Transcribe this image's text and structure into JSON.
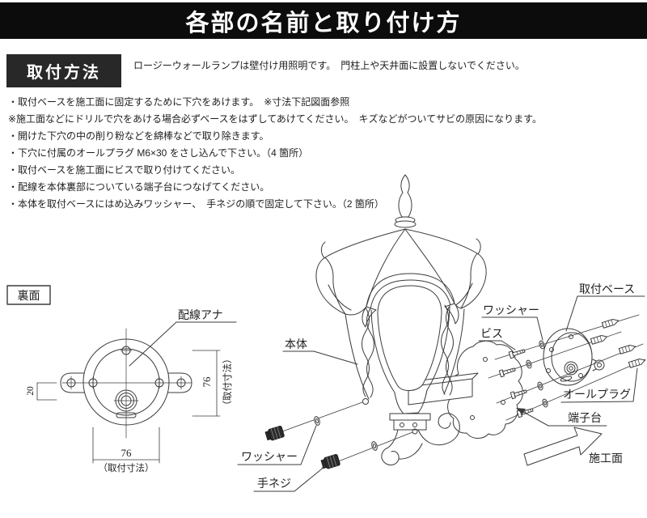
{
  "colors": {
    "banner_bg": "#0c0c0c",
    "banner_text": "#ffffff",
    "section_box_bg": "#282828",
    "body_text": "#1e1e1e",
    "line_art": "#3b3b3b"
  },
  "header": {
    "title": "各部の名前と取り付け方"
  },
  "intro": {
    "section_label": "取付方法",
    "text": "ロージーウォールランプは壁付け用照明です。　門柱上や天井面に設置しないでください。"
  },
  "instructions": {
    "lines": [
      "・取付ベースを施工面に固定するために下穴をあけます。　※寸法下記図面参照",
      "※施工面などにドリルで穴をあける場合必ずベースをはずしてあけてください。　キズなどがついてサビの原因になります。",
      "・開けた下穴の中の削り粉などを綿棒などで取り除きます。",
      "・下穴に付属のオールプラグ M6×30 をさし込んで下さい。（4 箇所）",
      "・取付ベースを施工面にビスで取り付けてください。",
      "・配線を本体裏部についている端子台につなげてください。",
      "・本体を取付ベースにはめ込みワッシャー、　手ネジの順で固定して下さい。（2 箇所）"
    ]
  },
  "rear_view": {
    "box_label": "裏面",
    "wiring_hole_label": "配線アナ",
    "dim_width": "76",
    "dim_width_note": "（取付寸法）",
    "dim_height": "76",
    "dim_height_note": "（取付寸法）",
    "dim_offset": "20"
  },
  "exploded_view": {
    "body_label": "本体",
    "washer_top_label": "ワッシャー",
    "screw_label": "ビス",
    "mount_base_label": "取付ベース",
    "wall_plug_label": "オールプラグ",
    "terminal_label": "端子台",
    "washer_bottom_label": "ワッシャー",
    "thumb_screw_label": "手ネジ",
    "surface_label": "施工面"
  }
}
